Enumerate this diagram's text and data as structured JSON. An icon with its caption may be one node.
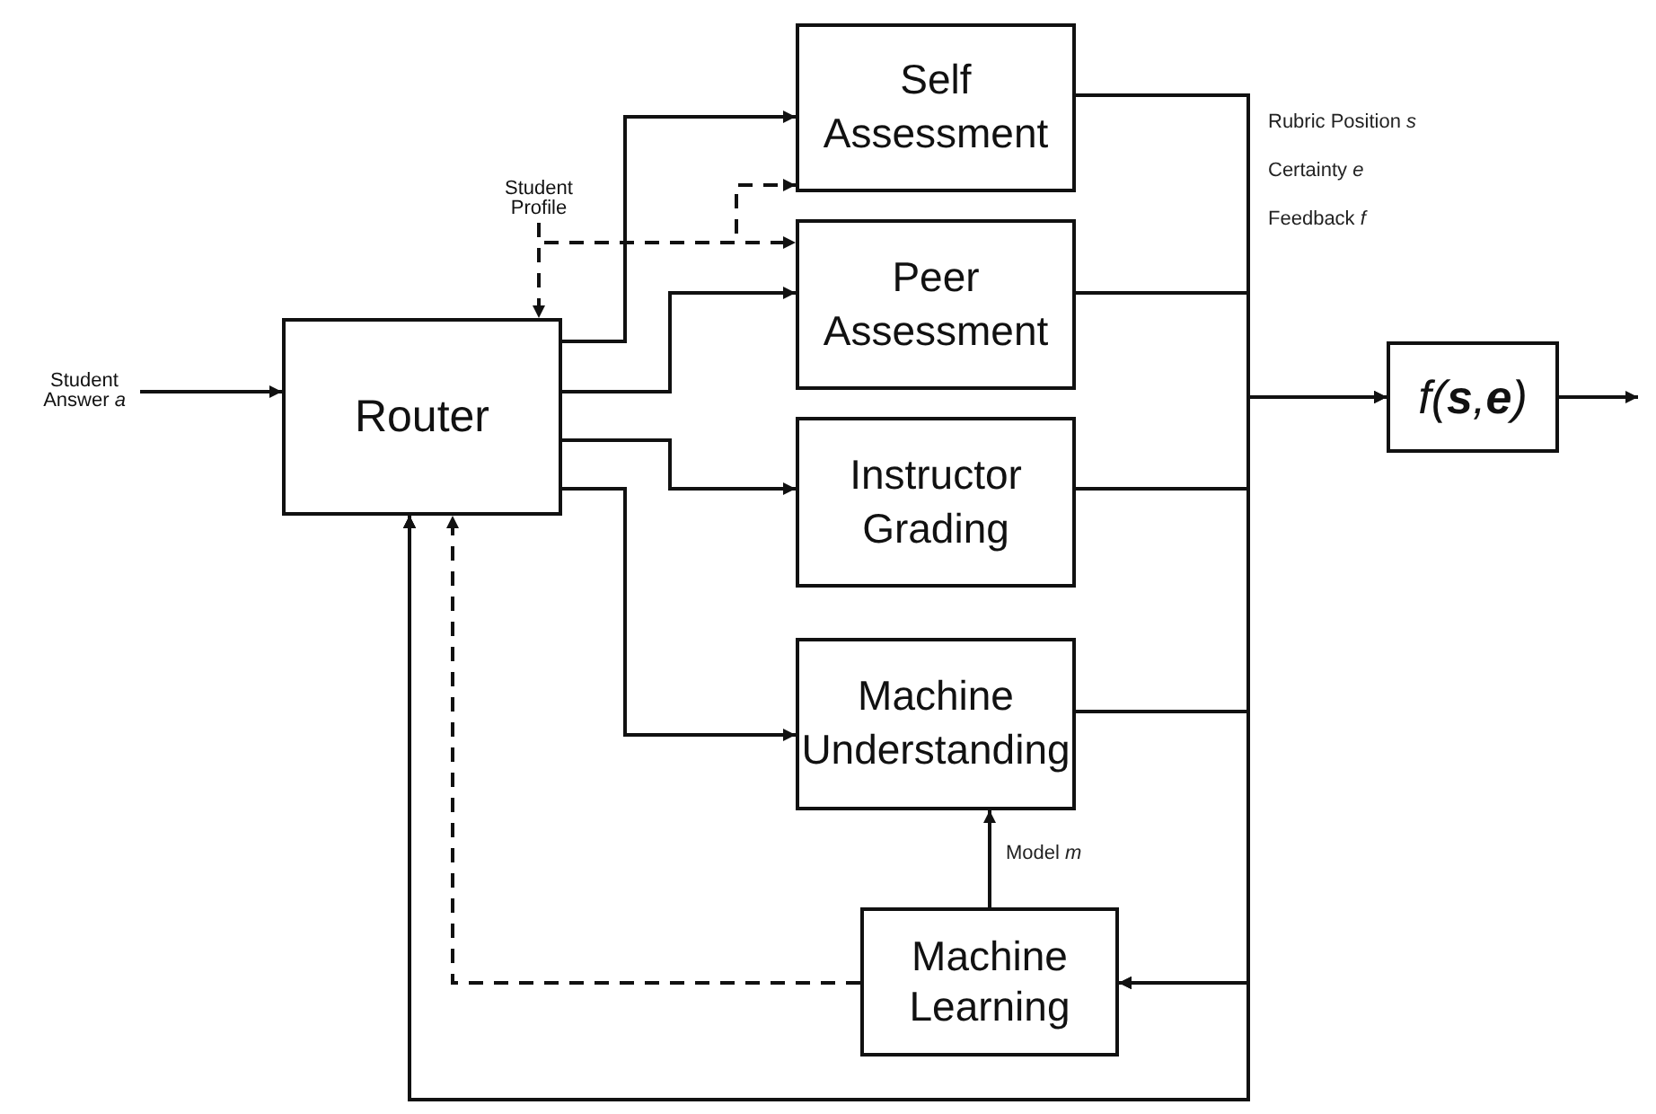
{
  "diagram": {
    "nodes": [
      {
        "text": [
          "Student Answer *a*"
        ]
      },
      {
        "text": [
          "Router"
        ]
      },
      {
        "text": [
          "Self Assessment"
        ]
      },
      {
        "text": [
          "Peer Assessment"
        ]
      },
      {
        "text": [
          "Instructor Grading"
        ]
      },
      {
        "text": [
          "Machine Understanding"
        ]
      },
      {
        "text": [
          "Machine Learning"
        ]
      },
      {
        "text": [
          "*f*(**s**,**e**)"
        ]
      },
      {
        "text": [
          "Student Profile"
        ]
      }
    ],
    "edges": [
      {
        "from": 0,
        "to": 1,
        "arrow": "to"
      },
      {
        "from": 1,
        "to": 2,
        "arrow": "to"
      },
      {
        "from": 1,
        "to": 3,
        "arrow": "to"
      },
      {
        "from": 1,
        "to": 4,
        "arrow": "to"
      },
      {
        "from": 1,
        "to": 5,
        "arrow": "to"
      },
      {
        "from": 8,
        "to": 1,
        "arrow": "to",
        "style": "dashed"
      },
      {
        "from": 8,
        "to": 2,
        "arrow": "to",
        "style": "dashed"
      },
      {
        "from": 8,
        "to": 3,
        "arrow": "to",
        "style": "dashed"
      },
      {
        "from": 2,
        "to": 7,
        "arrow": "to"
      },
      {
        "from": 3,
        "to": 7,
        "arrow": "to"
      },
      {
        "from": 4,
        "to": 7,
        "arrow": "to"
      },
      {
        "from": 5,
        "to": 7,
        "arrow": "to"
      },
      {
        "from": 2,
        "to": 6,
        "arrow": "to"
      },
      {
        "from": 3,
        "to": 6,
        "arrow": "to"
      },
      {
        "from": 4,
        "to": 6,
        "arrow": "to"
      },
      {
        "from": 5,
        "to": 6,
        "arrow": "to"
      },
      {
        "from": 2,
        "to": 1,
        "arrow": "to"
      },
      {
        "from": 3,
        "to": 1,
        "arrow": "to"
      },
      {
        "from": 4,
        "to": 1,
        "arrow": "to"
      },
      {
        "from": 5,
        "to": 1,
        "arrow": "to"
      },
      {
        "from": 6,
        "to": 5,
        "arrow": "to",
        "label": "Model *m*"
      },
      {
        "from": 6,
        "to": 1,
        "arrow": "to",
        "style": "dashed"
      },
      {
        "from": 7,
        "to": null,
        "arrow": "to"
      }
    ],
    "labels": [
      "Rubric Position *s*",
      "Certainty *e*",
      "Feedback *f*"
    ]
  }
}
